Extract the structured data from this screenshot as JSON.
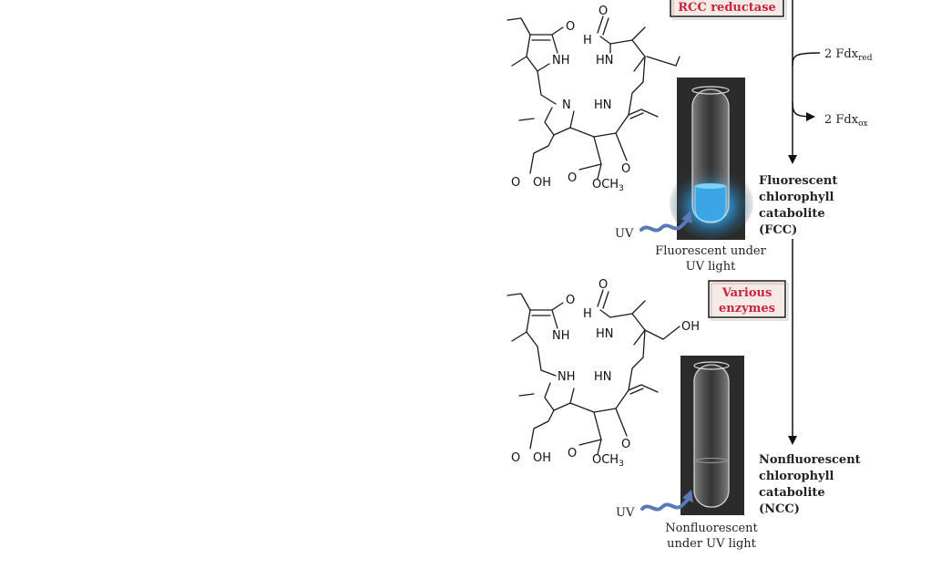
{
  "enzymes": {
    "rcc_reductase": "RCC reductase",
    "various_line1": "Various",
    "various_line2": "enzymes"
  },
  "cofactors": {
    "fdx_red_base": "2 Fdx",
    "fdx_red_sub": "red",
    "fdx_ox_base": "2 Fdx",
    "fdx_ox_sub": "ox"
  },
  "fcc": {
    "line1": "Fluorescent",
    "line2": "chlorophyll",
    "line3": "catabolite",
    "line4": "(FCC)",
    "tube_caption_line1": "Fluorescent under",
    "tube_caption_line2": "UV light",
    "tube_fluid_color": "#3aa6e6"
  },
  "ncc": {
    "line1": "Nonfluorescent",
    "line2": "chlorophyll",
    "line3": "catabolite",
    "line4": "(NCC)",
    "tube_caption_line1": "Nonfluorescent",
    "tube_caption_line2": "under UV light"
  },
  "uv_label": "UV",
  "atoms": {
    "o": "O",
    "nh": "NH",
    "hn": "HN",
    "n": "N",
    "h": "H",
    "oh": "OH",
    "och3": "OCH",
    "sub3": "3"
  },
  "colors": {
    "enzyme_text": "#c8243e",
    "enzyme_box_fill": "#f6e9e6",
    "tube_background": "#2b2b2b",
    "uv_arrow": "#5a79b8"
  }
}
